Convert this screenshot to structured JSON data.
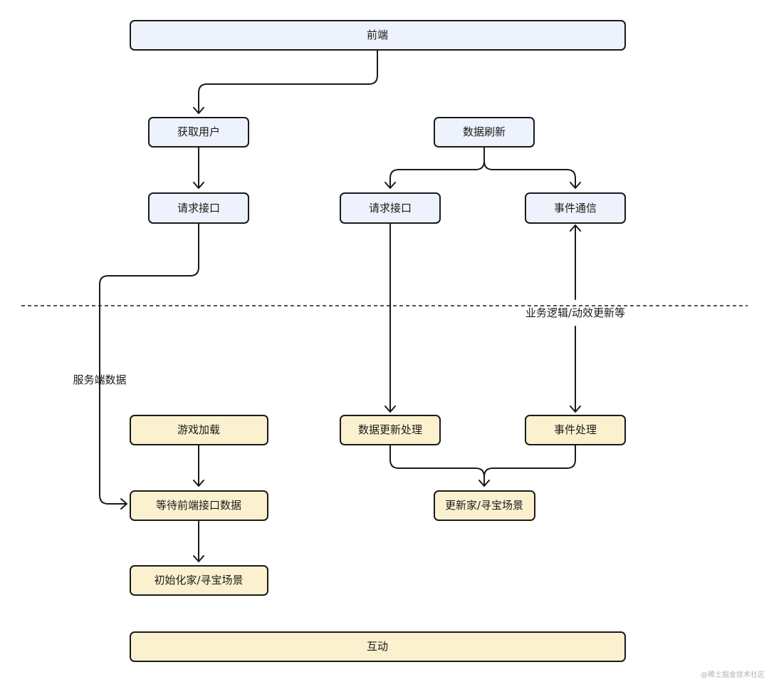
{
  "nodes": {
    "frontend": "前端",
    "get_user": "获取用户",
    "request_api_left": "请求接口",
    "data_refresh": "数据刷新",
    "request_api_right": "请求接口",
    "event_comm": "事件通信",
    "game_load": "游戏加载",
    "wait_frontend_data": "等待前端接口数据",
    "init_home_scene": "初始化家/寻宝场景",
    "data_update_process": "数据更新处理",
    "event_process": "事件处理",
    "update_home_scene": "更新家/寻宝场景",
    "interaction": "互动"
  },
  "edge_labels": {
    "server_data": "服务端数据",
    "business_logic": "业务逻辑/动效更新等"
  },
  "node_colors": {
    "frontend_layer": "#edf2fc",
    "game_layer": "#fcf1cf",
    "stroke": "#1a1a1a"
  },
  "watermark": "@稀土掘金技术社区"
}
